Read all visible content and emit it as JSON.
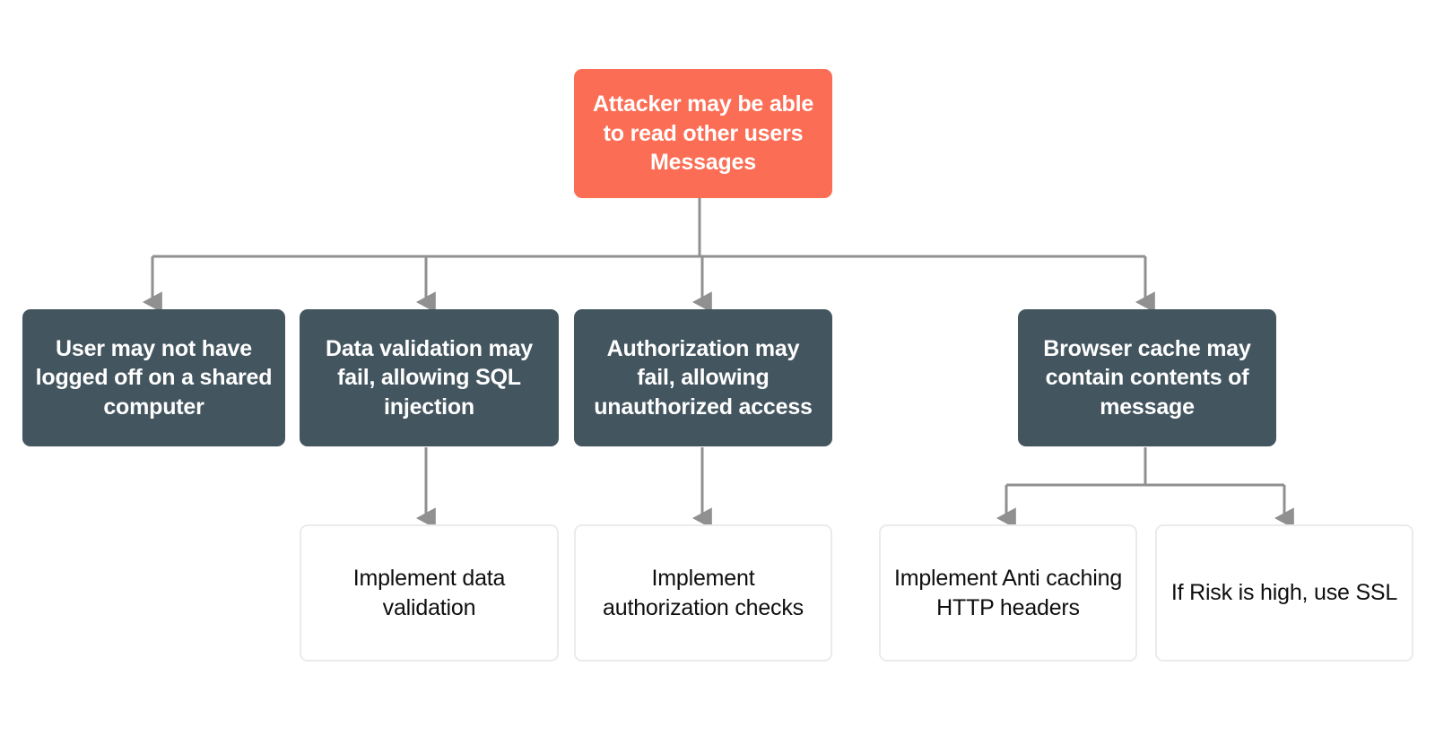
{
  "diagram": {
    "kind": "threat-tree",
    "colors": {
      "root_fill": "#fb6e55",
      "branch_fill": "#43555f",
      "leaf_fill": "#ffffff",
      "leaf_border": "#ebebeb",
      "connector": "#909090",
      "root_text": "#ffffff",
      "branch_text": "#ffffff",
      "leaf_text": "#0f0f0f",
      "background": "#ffffff"
    },
    "root": {
      "id": "root",
      "label": "Attacker may be able to read other users Messages",
      "type": "threat-root"
    },
    "branches": [
      {
        "id": "branch-shared-computer",
        "label": "User may not have logged off on a shared computer",
        "type": "threat-branch"
      },
      {
        "id": "branch-data-validation",
        "label": "Data validation may fail, allowing SQL injection",
        "type": "threat-branch"
      },
      {
        "id": "branch-authorization",
        "label": "Authorization may fail, allowing unauthorized access",
        "type": "threat-branch"
      },
      {
        "id": "branch-browser-cache",
        "label": "Browser cache may contain contents of message",
        "type": "threat-branch"
      }
    ],
    "leaves": [
      {
        "id": "leaf-data-validation",
        "label": "Implement data validation",
        "type": "mitigation-leaf",
        "parent": "branch-data-validation"
      },
      {
        "id": "leaf-authorization-checks",
        "label": "Implement authorization checks",
        "type": "mitigation-leaf",
        "parent": "branch-authorization"
      },
      {
        "id": "leaf-anti-caching",
        "label": "Implement Anti caching HTTP headers",
        "type": "mitigation-leaf",
        "parent": "branch-browser-cache"
      },
      {
        "id": "leaf-use-ssl",
        "label": "If Risk is high, use SSL",
        "type": "mitigation-leaf",
        "parent": "branch-browser-cache"
      }
    ]
  }
}
